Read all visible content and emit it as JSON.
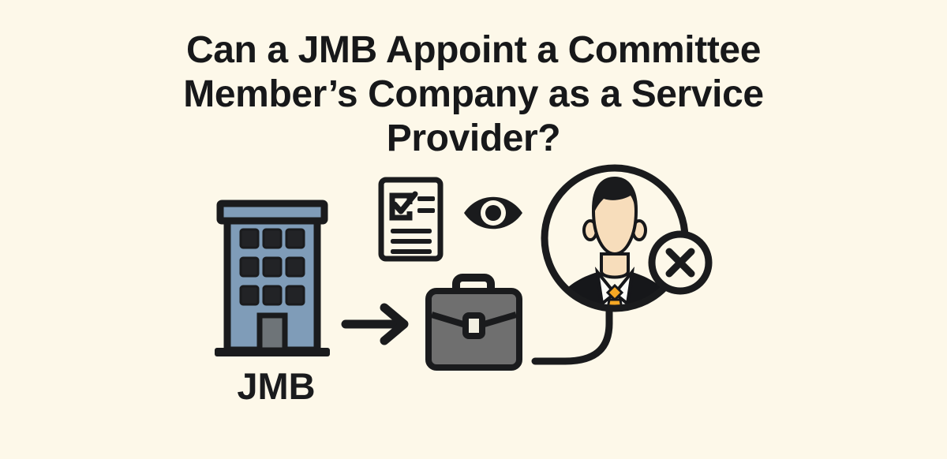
{
  "page": {
    "background_color": "#fdf8e9",
    "ink_color": "#1a1b1d"
  },
  "title": {
    "lines": [
      "Can a JMB Appoint a Committee",
      "Member’s Company as a Service",
      "Provider?"
    ],
    "full_text": "Can a JMB Appoint a Committee Member’s Company as a Service Provider?",
    "color": "#17181a"
  },
  "illustration": {
    "caption": "JMB",
    "flow_description": "JMB building → briefcase (service provider company) → committee member marked with X",
    "nodes": [
      {
        "id": "jmb-building",
        "icon": "office-building-icon",
        "label": "JMB",
        "body_color": "#7f9cb8",
        "roof_color": "#7f9cb8",
        "window_color": "#222326",
        "door_color": "#6e7478",
        "outline_color": "#1a1b1d",
        "window_rows": 3,
        "window_columns": 3
      },
      {
        "id": "checklist-document",
        "icon": "checklist-document-icon",
        "fill_color": "#fdf8e9",
        "outline_color": "#1a1b1d",
        "checkbox_checked": true,
        "short_lines": 2,
        "long_lines": 3
      },
      {
        "id": "oversight-eye",
        "icon": "eye-icon",
        "fill_color": "#1a1b1d",
        "iris_color": "#fdf8e9",
        "pupil_color": "#1a1b1d"
      },
      {
        "id": "flow-arrow",
        "icon": "arrow-right-icon",
        "color": "#1a1b1d"
      },
      {
        "id": "service-provider-briefcase",
        "icon": "briefcase-icon",
        "body_color": "#6f6f6f",
        "outline_color": "#1a1b1d",
        "latch_color": "#f2efe2"
      },
      {
        "id": "connector-curve",
        "icon": "curved-connector-icon",
        "color": "#1a1b1d"
      },
      {
        "id": "committee-member-avatar",
        "icon": "businessman-avatar-icon",
        "ring_color": "#1a1b1d",
        "hair_color": "#1a1b1d",
        "skin_color": "#f7ddbb",
        "suit_color": "#16171a",
        "shirt_color": "#fdfdf8",
        "tie_color": "#f5a724"
      },
      {
        "id": "conflict-badge",
        "icon": "x-circle-icon",
        "meaning": "not permitted",
        "fill_color": "#fdf8e9",
        "mark_color": "#1a1b1d"
      }
    ]
  }
}
